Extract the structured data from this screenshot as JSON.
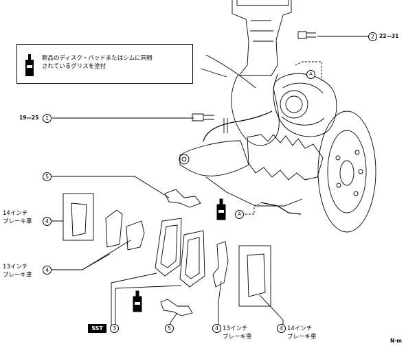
{
  "note": {
    "icon": "grease-can-icon",
    "text_line1": "新品のディスク・パッドまたはシムに同梱",
    "text_line2": "されているグリスを塗付"
  },
  "callouts": {
    "c1": "1",
    "c2": "2",
    "c3": "3",
    "c4": "4",
    "c5": "5"
  },
  "torque": {
    "t1": "19—25",
    "t2": "22—31"
  },
  "ref_marks": {
    "a": "A"
  },
  "pad_labels": {
    "inch14": "14インチ",
    "inch13": "13インチ",
    "brake_car": "ブレーキ車"
  },
  "sst": "SST",
  "unit": "N·m"
}
